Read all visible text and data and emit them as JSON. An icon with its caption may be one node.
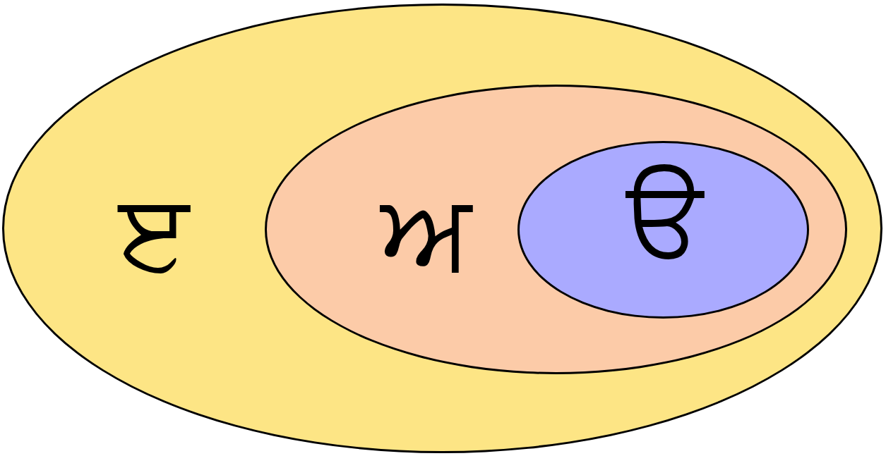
{
  "diagram": {
    "nodes": [
      {
        "text": [
          "ੲ"
        ]
      },
      {
        "text": [
          "ਅ"
        ],
        "in": 0
      },
      {
        "text": [
          "ੳ"
        ],
        "in": 1
      }
    ]
  }
}
